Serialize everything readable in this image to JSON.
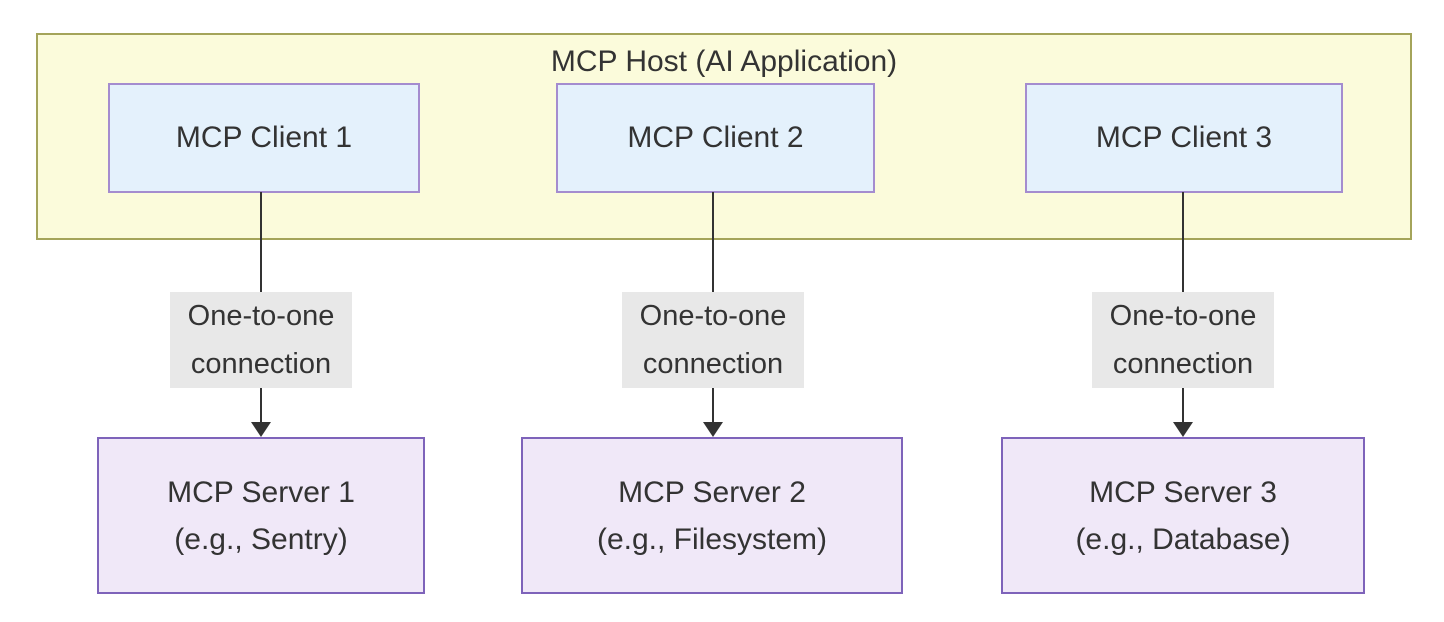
{
  "host": {
    "title": "MCP Host (AI Application)",
    "clients": [
      {
        "label": "MCP Client 1"
      },
      {
        "label": "MCP Client 2"
      },
      {
        "label": "MCP Client 3"
      }
    ]
  },
  "edges": [
    {
      "label": "One-to-one connection"
    },
    {
      "label": "One-to-one connection"
    },
    {
      "label": "One-to-one connection"
    }
  ],
  "servers": [
    {
      "name": "MCP Server 1",
      "example": "(e.g., Sentry)"
    },
    {
      "name": "MCP Server 2",
      "example": "(e.g., Filesystem)"
    },
    {
      "name": "MCP Server 3",
      "example": "(e.g., Database)"
    }
  ],
  "colors": {
    "background": "#ffffff",
    "host-fill": "#fbfbdb",
    "host-border": "#a4a45a",
    "client-fill": "#e4f1fc",
    "client-border": "#a48ccf",
    "server-fill": "#f0e8f8",
    "server-border": "#7e63ba",
    "edge-label-bg": "#e8e8e8",
    "line-color": "#333333",
    "text-color": "#333333"
  }
}
